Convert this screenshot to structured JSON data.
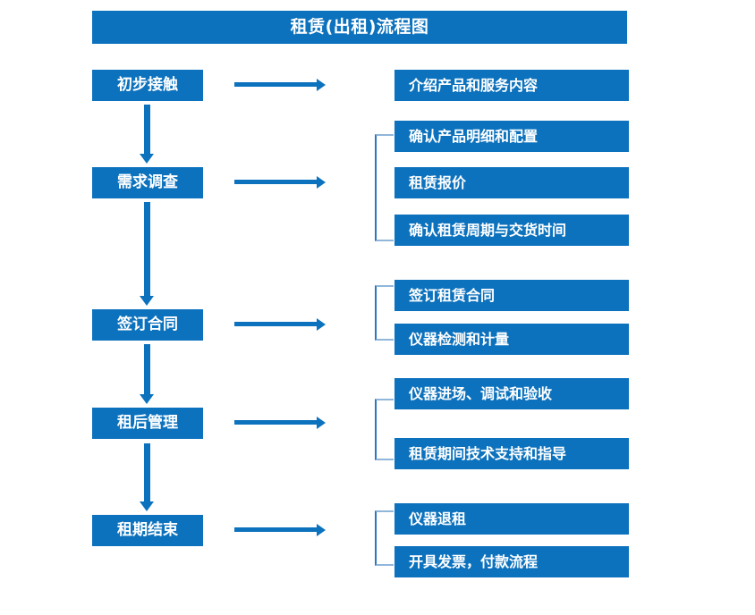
{
  "diagram": {
    "title": "租赁(出租)流程图",
    "accent_color": "#0d72bd",
    "bracket_color": "#2d77bb",
    "text_color": "#ffffff",
    "background_color": "#ffffff"
  },
  "stages": [
    {
      "label": "初步接触"
    },
    {
      "label": "需求调查"
    },
    {
      "label": "签订合同"
    },
    {
      "label": "租后管理"
    },
    {
      "label": "租期结束"
    }
  ],
  "details": [
    {
      "label": "介绍产品和服务内容"
    },
    {
      "label": "确认产品明细和配置"
    },
    {
      "label": "租赁报价"
    },
    {
      "label": "确认租赁周期与交货时间"
    },
    {
      "label": "签订租赁合同"
    },
    {
      "label": "仪器检测和计量"
    },
    {
      "label": "仪器进场、调试和验收"
    },
    {
      "label": "租赁期间技术支持和指导"
    },
    {
      "label": "仪器退租"
    },
    {
      "label": "开具发票，付款流程"
    }
  ],
  "groups": [
    {
      "stage": "初步接触",
      "details": [
        "介绍产品和服务内容"
      ],
      "bracket": false
    },
    {
      "stage": "需求调查",
      "details": [
        "确认产品明细和配置",
        "租赁报价",
        "确认租赁周期与交货时间"
      ],
      "bracket": true
    },
    {
      "stage": "签订合同",
      "details": [
        "签订租赁合同",
        "仪器检测和计量"
      ],
      "bracket": true
    },
    {
      "stage": "租后管理",
      "details": [
        "仪器进场、调试和验收",
        "租赁期间技术支持和指导"
      ],
      "bracket": true
    },
    {
      "stage": "租期结束",
      "details": [
        "仪器退租",
        "开具发票，付款流程"
      ],
      "bracket": true
    }
  ]
}
